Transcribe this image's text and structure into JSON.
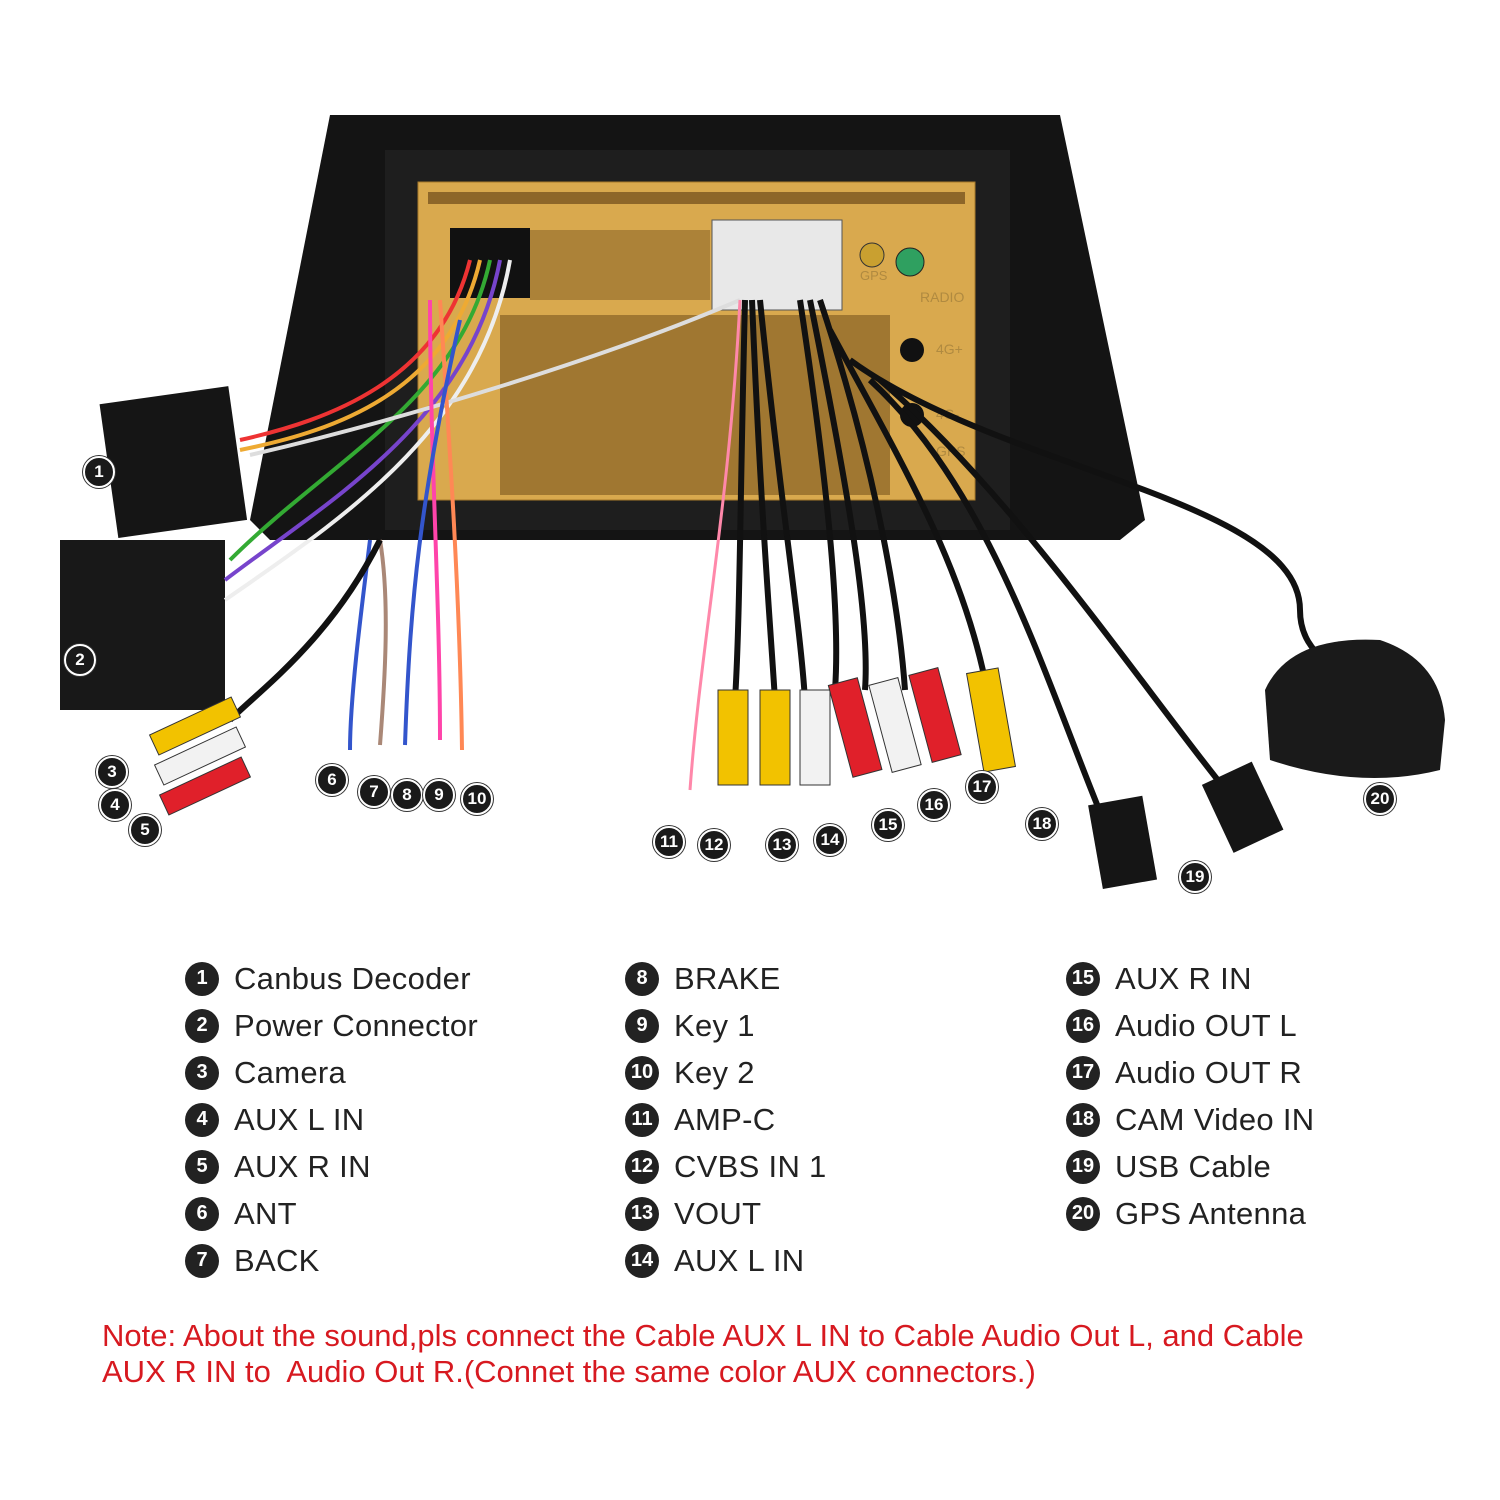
{
  "unit_labels": {
    "gps": "GPS",
    "radio": "RADIO",
    "4g_plus": "4G+",
    "4g_minus": "4G-",
    "gps2": "GPS"
  },
  "markers": [
    "1",
    "2",
    "3",
    "4",
    "5",
    "6",
    "7",
    "8",
    "9",
    "10",
    "11",
    "12",
    "13",
    "14",
    "15",
    "16",
    "17",
    "18",
    "19",
    "20"
  ],
  "legend": [
    {
      "num": "1",
      "label": "Canbus Decoder"
    },
    {
      "num": "2",
      "label": "Power Connector"
    },
    {
      "num": "3",
      "label": "Camera"
    },
    {
      "num": "4",
      "label": "AUX L IN"
    },
    {
      "num": "5",
      "label": "AUX R IN"
    },
    {
      "num": "6",
      "label": "ANT"
    },
    {
      "num": "7",
      "label": "BACK"
    },
    {
      "num": "8",
      "label": "BRAKE"
    },
    {
      "num": "9",
      "label": "Key 1"
    },
    {
      "num": "10",
      "label": "Key 2"
    },
    {
      "num": "11",
      "label": "AMP-C"
    },
    {
      "num": "12",
      "label": "CVBS IN 1"
    },
    {
      "num": "13",
      "label": "VOUT"
    },
    {
      "num": "14",
      "label": "AUX L IN"
    },
    {
      "num": "15",
      "label": "AUX R IN"
    },
    {
      "num": "16",
      "label": "Audio OUT L"
    },
    {
      "num": "17",
      "label": "Audio OUT R"
    },
    {
      "num": "18",
      "label": "CAM Video IN"
    },
    {
      "num": "19",
      "label": "USB Cable"
    },
    {
      "num": "20",
      "label": "GPS Antenna"
    }
  ],
  "note": {
    "line1": "Note: About the sound,pls connect the Cable AUX L IN to Cable Audio Out L, and Cable",
    "line2": "AUX R IN to  Audio Out R.(Connet the same color AUX connectors.)"
  },
  "colors": {
    "note": "#d71920",
    "chassis": "#d9a94e",
    "frame": "#141414"
  }
}
